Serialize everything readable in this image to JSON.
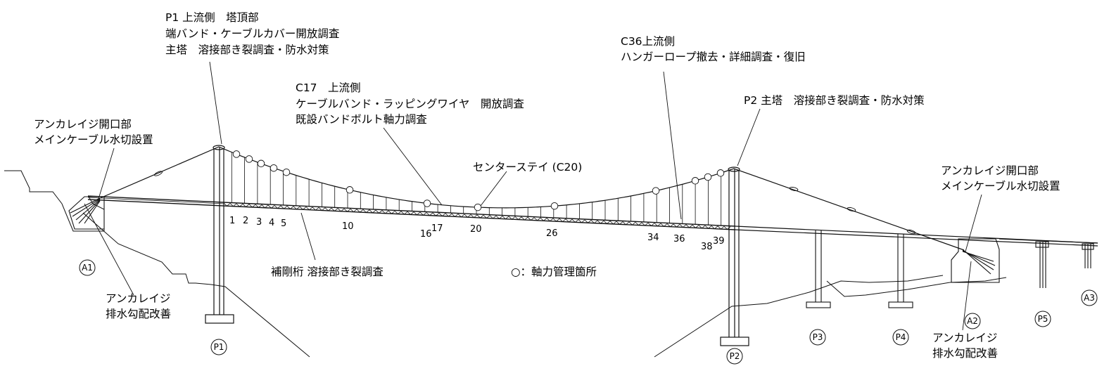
{
  "annotations": {
    "p1_tower_top": [
      "P1 上流側　塔頂部",
      "端バンド・ケーブルカバー開放調査",
      "主塔　溶接部き裂調査・防水対策"
    ],
    "c36": [
      "C36上流側",
      "ハンガーロープ撤去・詳細調査・復旧"
    ],
    "c17": [
      "C17　上流側",
      "ケーブルバンド・ラッピングワイヤ　開放調査",
      "既設バンドボルト軸力調査"
    ],
    "p2_tower": [
      "P2 主塔　溶接部き裂調査・防水対策"
    ],
    "anchor_open_left": [
      "アンカレイジ開口部",
      "メインケーブル水切設置"
    ],
    "anchor_open_right": [
      "アンカレイジ開口部",
      "メインケーブル水切設置"
    ],
    "center_stay": [
      "センターステイ (C20)"
    ],
    "girder": [
      "補剛桁 溶接部き裂調査"
    ],
    "axial_legend": [
      "○：軸力管理箇所"
    ],
    "anchor_drain_left": [
      "アンカレイジ",
      "排水勾配改善"
    ],
    "anchor_drain_right": [
      "アンカレイジ",
      "排水勾配改善"
    ]
  },
  "hanger_numbers": [
    "1",
    "2",
    "3",
    "4",
    "5",
    "10",
    "16",
    "17",
    "20",
    "26",
    "34",
    "36",
    "38",
    "39"
  ],
  "supports": [
    "A1",
    "P1",
    "P2",
    "P3",
    "P4",
    "A2",
    "P5",
    "A3"
  ]
}
